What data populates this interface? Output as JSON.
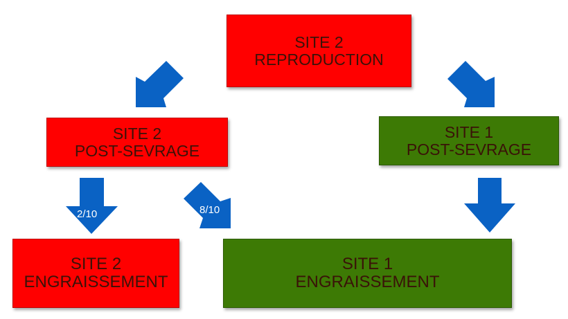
{
  "boxes": {
    "site2_reproduction": {
      "line1": "SITE 2",
      "line2": "REPRODUCTION"
    },
    "site2_post_sevrage": {
      "line1": "SITE 2",
      "line2": "POST-SEVRAGE"
    },
    "site1_post_sevrage": {
      "line1": "SITE 1",
      "line2": "POST-SEVRAGE"
    },
    "site2_engraissement": {
      "line1": "SITE 2",
      "line2": "ENGRAISSEMENT"
    },
    "site1_engraissement": {
      "line1": "SITE 1",
      "line2": "ENGRAISSEMENT"
    }
  },
  "arrows": {
    "to_site2_engraissement": {
      "label": "2/10"
    },
    "to_site1_engraissement": {
      "label": "8/10"
    }
  },
  "colors": {
    "box_red": "#ff0000",
    "box_green": "#3d7a05",
    "arrow_blue": "#0a62c4",
    "text": "#3a1208"
  }
}
